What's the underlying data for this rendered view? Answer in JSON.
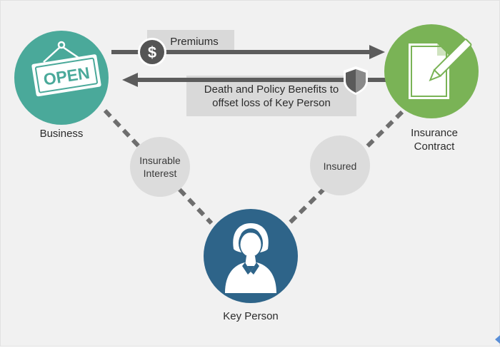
{
  "nodes": {
    "business": {
      "label": "Business"
    },
    "contract": {
      "label_line1": "Insurance",
      "label_line2": "Contract"
    },
    "key_person": {
      "label": "Key Person"
    }
  },
  "sign_text": "OPEN",
  "arrows": {
    "premiums": {
      "label": "Premiums"
    },
    "benefits": {
      "line1": "Death and Policy Benefits to",
      "line2": "offset loss of Key Person"
    }
  },
  "relations": {
    "insurable_interest": {
      "line1": "Insurable",
      "line2": "Interest"
    },
    "insured": {
      "label": "Insured"
    }
  },
  "icons": {
    "business": "open-sign-icon",
    "contract": "document-pen-icon",
    "key_person": "person-icon",
    "premiums": "dollar-coin-icon",
    "benefits": "shield-icon"
  },
  "colors": {
    "business": "#4aa99a",
    "contract": "#7ab356",
    "key_person": "#2e6489",
    "arrow": "#5c5c5c",
    "label_box": "#d9d9d9",
    "bubble": "#dcdcdc",
    "dash": "#6e6e6e"
  }
}
